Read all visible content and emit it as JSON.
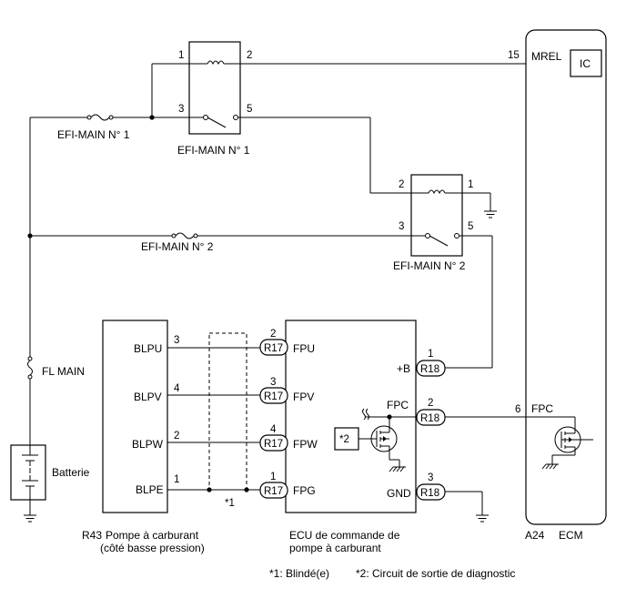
{
  "relays": {
    "r1": {
      "label": "EFI-MAIN N° 1",
      "pins": {
        "p1": "1",
        "p2": "2",
        "p3": "3",
        "p5": "5"
      }
    },
    "r2": {
      "label": "EFI-MAIN N° 2",
      "pins": {
        "p1": "1",
        "p2": "2",
        "p3": "3",
        "p5": "5"
      }
    }
  },
  "fuses": {
    "f1": "EFI-MAIN N° 1",
    "f2": "EFI-MAIN N° 2",
    "f3": "FL MAIN"
  },
  "battery": {
    "label": "Batterie"
  },
  "pump": {
    "code": "R43",
    "name_line1": "Pompe à carburant",
    "name_line2": "(côté basse pression)",
    "terminals": [
      "BLPU",
      "BLPV",
      "BLPW",
      "BLPE"
    ],
    "pins": [
      "3",
      "4",
      "2",
      "1"
    ]
  },
  "shield": {
    "label": "*1"
  },
  "fp_ecu": {
    "name_line1": "ECU de commande de",
    "name_line2": "pompe à carburant",
    "left_connector": "R17",
    "left_pins": [
      "2",
      "3",
      "4",
      "1"
    ],
    "left_terminals": [
      "FPU",
      "FPV",
      "FPW",
      "FPG"
    ],
    "right_connector": "R18",
    "right_pins": [
      "1",
      "2",
      "3"
    ],
    "right_terminals": [
      "+B",
      "FPC",
      "GND"
    ],
    "diag_label": "*2"
  },
  "ecm": {
    "code": "A24",
    "name": "ECM",
    "ic_label": "IC",
    "mrel_pin": "15",
    "mrel_label": "MREL",
    "fpc_pin": "6",
    "fpc_label": "FPC"
  },
  "notes": {
    "n1": "*1: Blindé(e)",
    "n2": "*2: Circuit de sortie de diagnostic"
  }
}
